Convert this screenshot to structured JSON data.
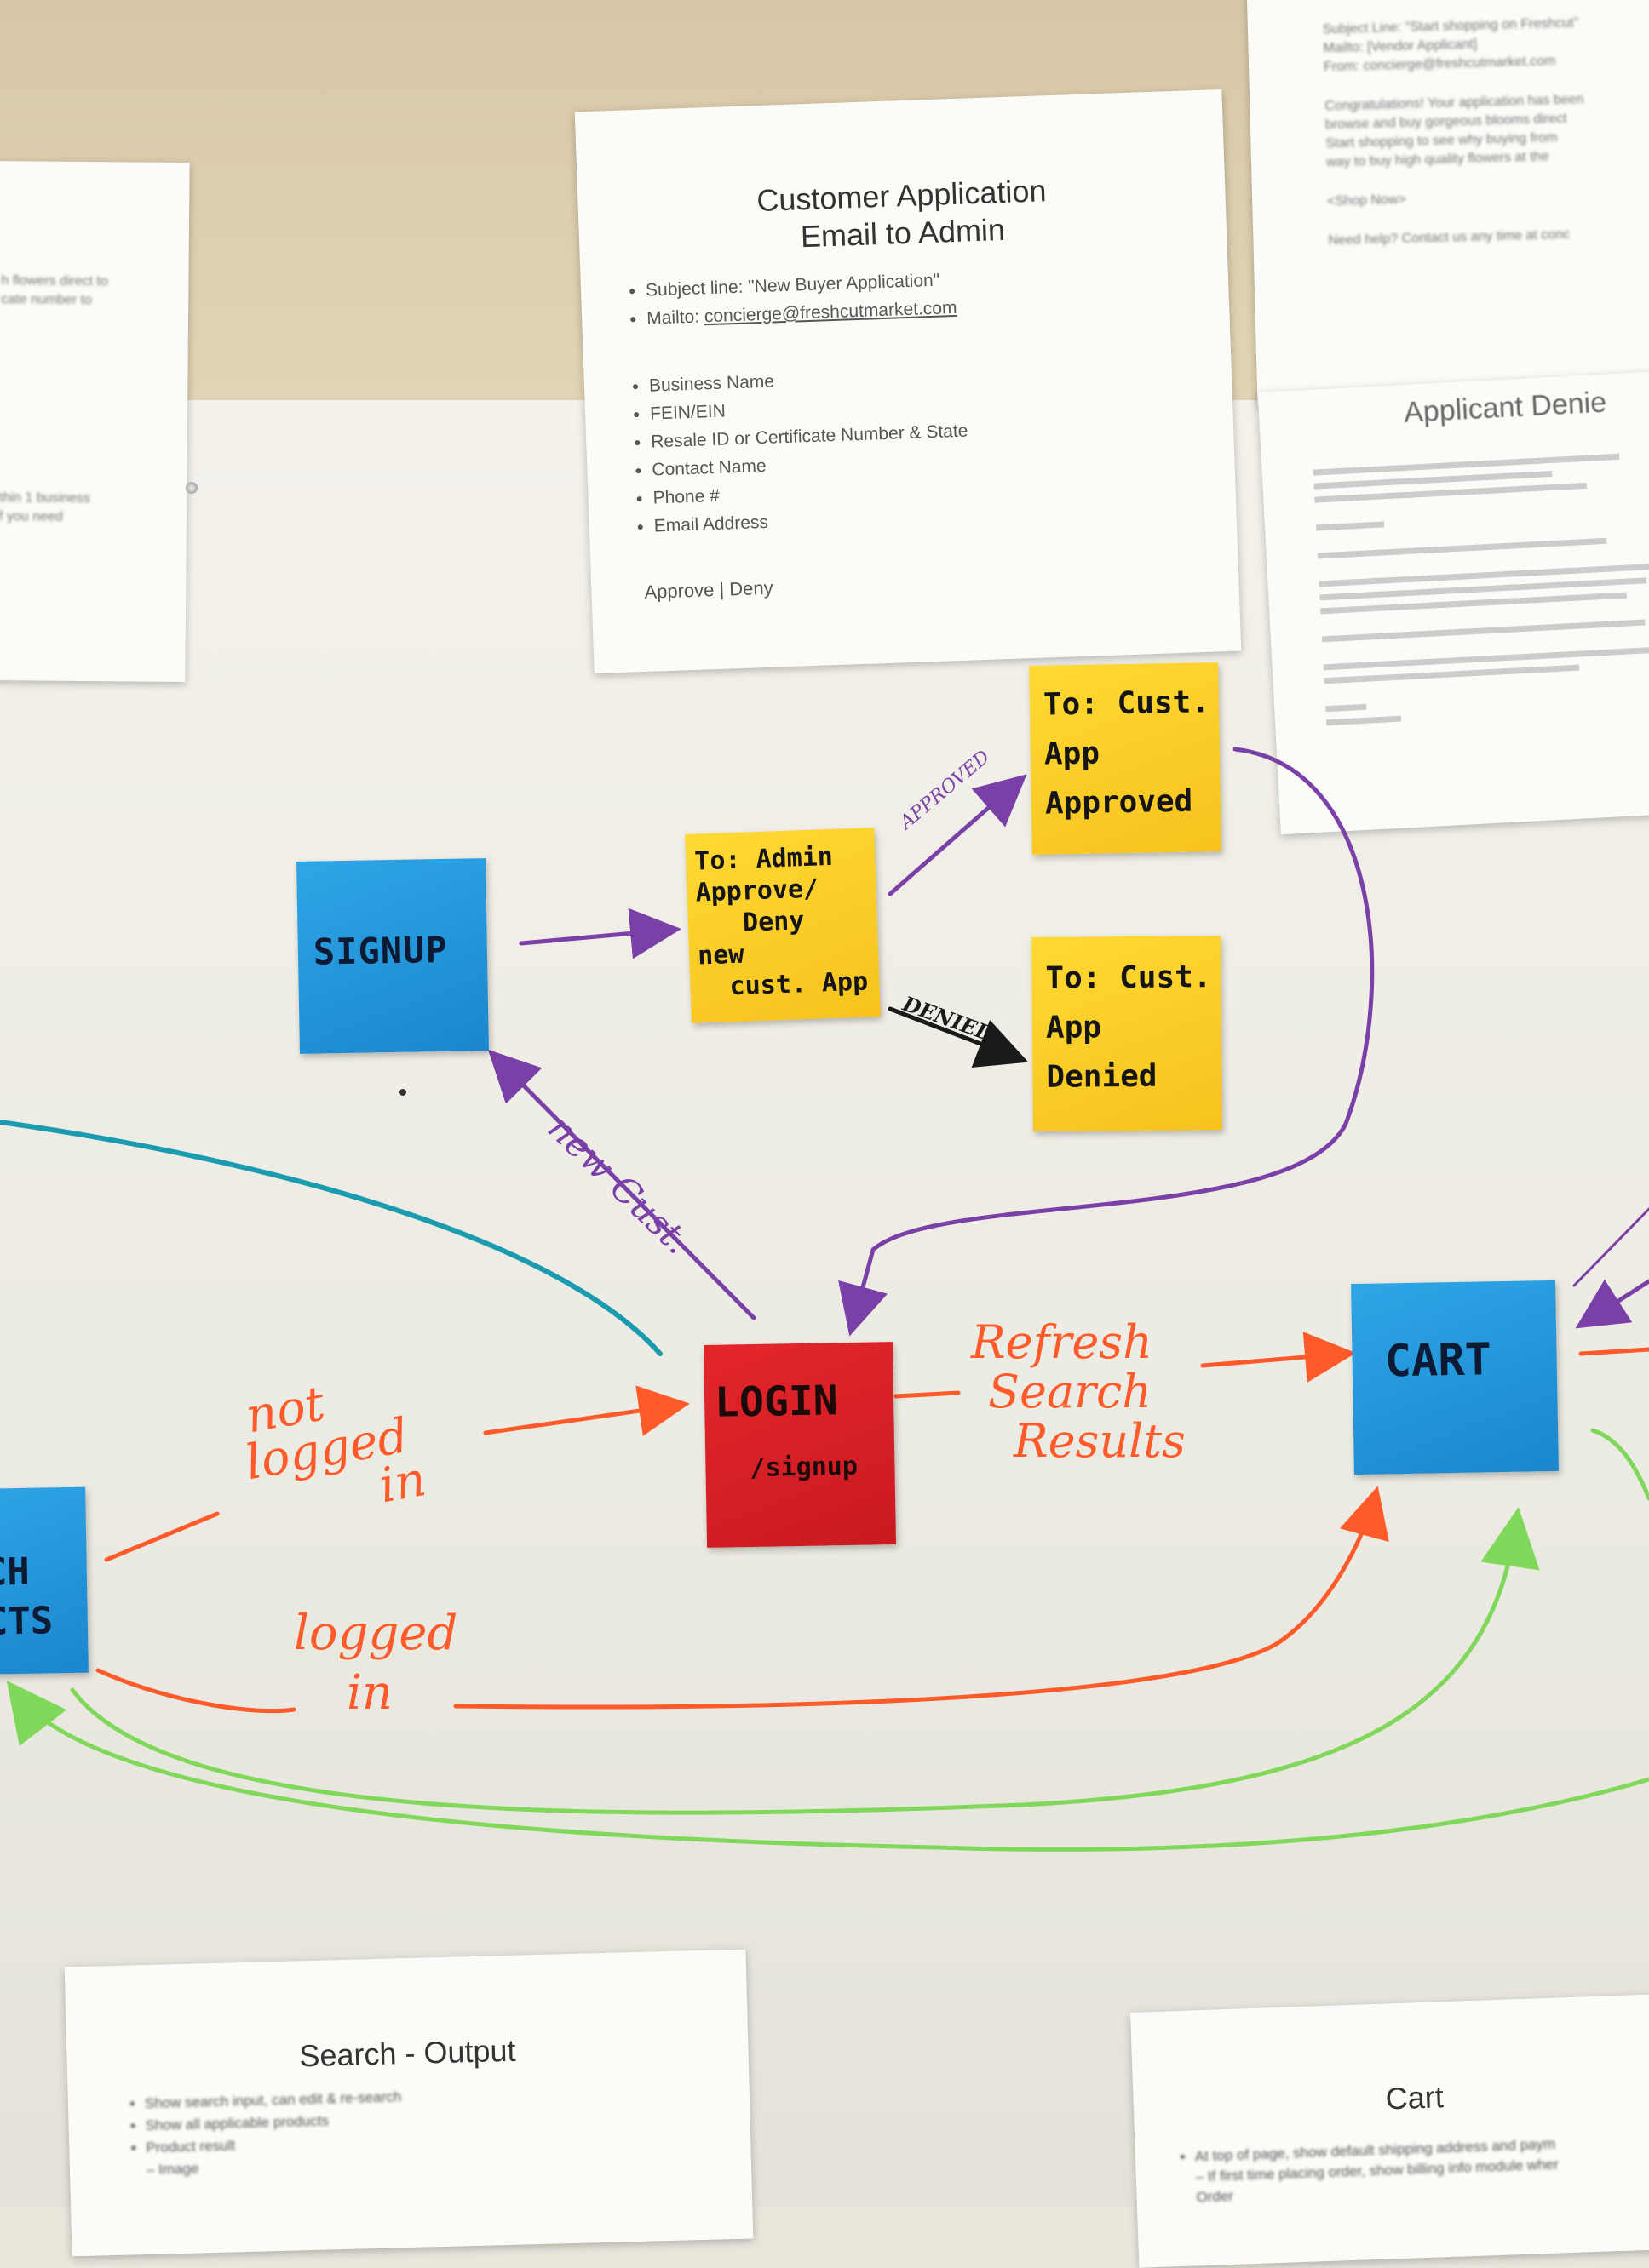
{
  "customer_email_sheet": {
    "title_line1": "Customer Application",
    "title_line2": "Email to Admin",
    "subject": "Subject line: \"New Buyer Application\"",
    "mailto_prefix": "Mailto: ",
    "mailto_link": "concierge@freshcutmarket.com",
    "fields": [
      "Business Name",
      "FEIN/EIN",
      "Resale ID or Certificate Number & State",
      "Contact Name",
      "Phone #",
      "Email Address"
    ],
    "actions": "Approve | Deny"
  },
  "approved_email_sheet": {
    "lines": [
      "Subject Line: \"Start shopping on Freshcut\"",
      "Mailto: [Vendor Applicant]",
      "From: concierge@freshcutmarket.com",
      "Congratulations! Your application has been",
      "browse and buy gorgeous blooms direct",
      "Start shopping to see why buying from",
      "way to buy high quality flowers at the",
      "<Shop Now>",
      "Need help? Contact us any time at conc"
    ]
  },
  "denied_email_sheet": {
    "title": "Applicant Denie"
  },
  "left_sheet": {
    "lines": [
      "h flowers direct to",
      "cate number to",
      "thin 1 business",
      "f you need"
    ]
  },
  "search_output_sheet": {
    "title": "Search - Output",
    "items": [
      "Show search input, can edit & re-search",
      "Show all applicable products",
      "Product result",
      "– Image"
    ]
  },
  "cart_sheet": {
    "title": "Cart",
    "items": [
      "At top of page, show default shipping address and paym",
      "– If first time placing order, show billing info module wher",
      "Order"
    ]
  },
  "stickies": {
    "signup": "SIGNUP",
    "to_admin": "To: Admin\nApprove/\n   Deny\nnew\n  cust. App",
    "cust_app_approved": "To: Cust.\nApp\nApproved",
    "cust_app_denied": "To: Cust.\nApp\nDenied",
    "login_main": "LOGIN",
    "login_sub": "/signup",
    "cart": "CART",
    "search_products_partial": "CH\nCTS"
  },
  "labels": {
    "approved": "APPROVED",
    "denied": "DENIED",
    "new_cust": "new Cust.",
    "not_logged_in_1": "not",
    "not_logged_in_2": "logged",
    "not_logged_in_3": "in",
    "refresh_1": "Refresh",
    "refresh_2": "Search",
    "refresh_3": "Results",
    "logged_in_1": "logged",
    "logged_in_2": "in"
  },
  "colors": {
    "purple": "#7b3fa8",
    "orange": "#ff5a2a",
    "green": "#7fd85a",
    "teal": "#1a9bb0",
    "sticky_blue": "#2196dc",
    "sticky_yellow": "#ffd22a",
    "sticky_red": "#d8212a"
  }
}
